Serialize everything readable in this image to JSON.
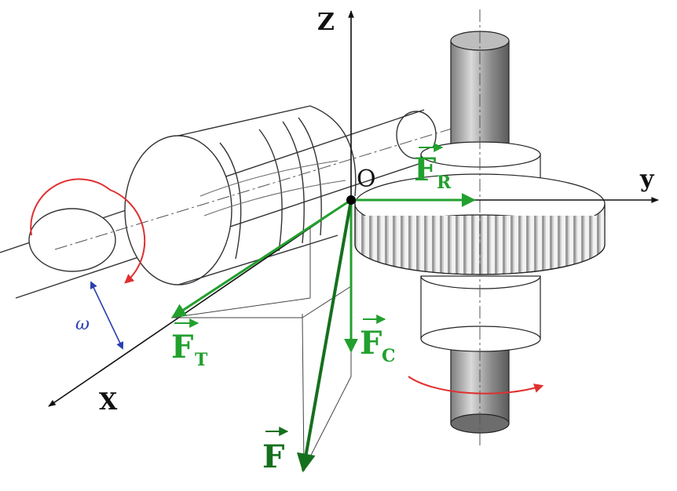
{
  "labels": {
    "axis_z": "Z",
    "axis_y": "y",
    "axis_x": "X",
    "origin": "O",
    "angle": "ω",
    "force_total": "F",
    "force_radial": "F",
    "force_radial_sub": "R",
    "force_tangential": "F",
    "force_tangential_sub": "T",
    "force_axial": "F",
    "force_axial_sub": "C"
  },
  "colors": {
    "force_light": "#22a02e",
    "force_dark": "#15701d",
    "rotation": "#e03030",
    "angle": "#2a3fae",
    "line": "#333333"
  },
  "icons": {
    "rotation_arrows": "curved-arrow-icon",
    "vector_arrows": "arrow-icon"
  }
}
